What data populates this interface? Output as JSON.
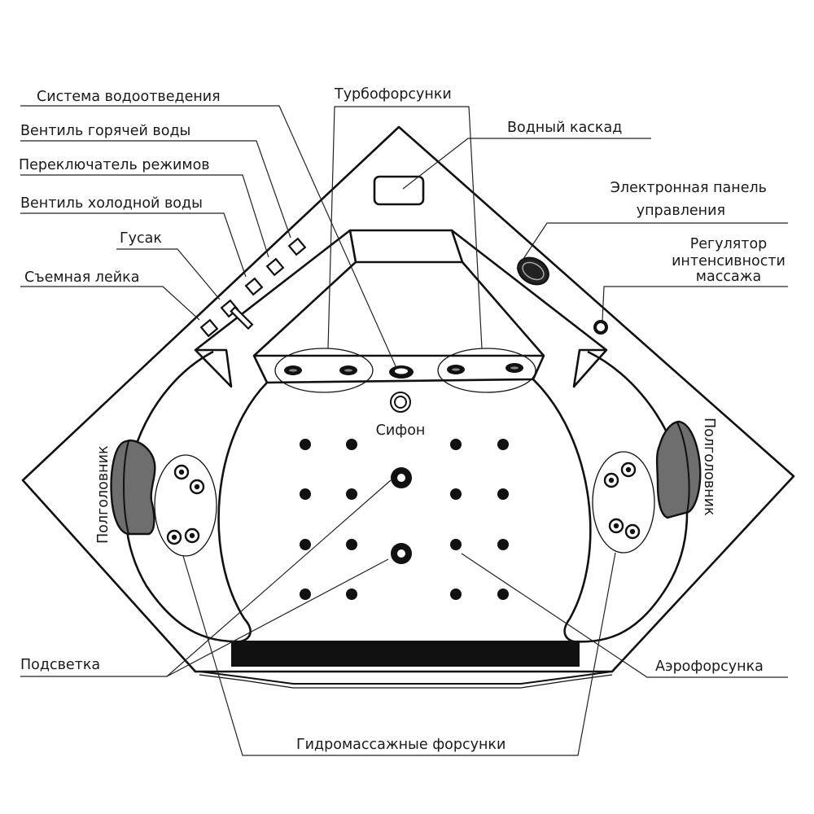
{
  "title": "Схема углового гидромассажного ванны",
  "labels": {
    "drain_system": "Система водоотведения",
    "hot_valve": "Вентиль горячей воды",
    "mode_switch": "Переключатель режимов",
    "cold_valve": "Вентиль холодной воды",
    "gooseneck": "Гусак",
    "hand_shower": "Съемная лейка",
    "turbo_jets": "Турбофорсунки",
    "waterfall": "Водный каскад",
    "control_panel_line1": "Электронная панель",
    "control_panel_line2": "управления",
    "intensity_line1": "Регулятор",
    "intensity_line2": "интенсивности",
    "intensity_line3": "массажа",
    "siphon": "Сифон",
    "headrest_left": "Полголовник",
    "headrest_right": "Полголовник",
    "lighting": "Подсветка",
    "air_jet": "Аэрофорсунка",
    "hydro_jets": "Гидромассажные форсунки"
  },
  "colors": {
    "line": "#111111",
    "headrest": "#6e6e6e",
    "light_bar": "#111111",
    "background": "#ffffff"
  },
  "components": {
    "floor_air_jets_count": 16,
    "floor_lights_count": 2,
    "side_hydro_jets_per_side": 4,
    "turbo_jets_count": 4
  }
}
